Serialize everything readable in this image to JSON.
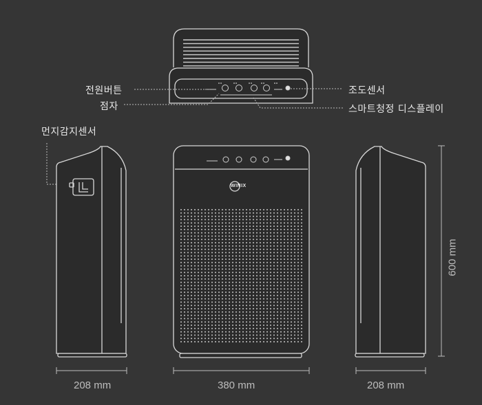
{
  "labels": {
    "power_button": "전원버튼",
    "braille": "점자",
    "light_sensor": "조도센서",
    "smart_display": "스마트청정 디스플레이",
    "dust_sensor": "먼지감지센서"
  },
  "brand": "WINIX",
  "dimensions": {
    "side_depth": "208 mm",
    "front_width": "380 mm",
    "side_depth_right": "208 mm",
    "height": "600 mm"
  },
  "colors": {
    "background": "#353535",
    "line": "#d8d8d8",
    "unit_fill": "#2a2a2a",
    "label": "#e6e6e6",
    "dimension": "#bdbdbd"
  }
}
